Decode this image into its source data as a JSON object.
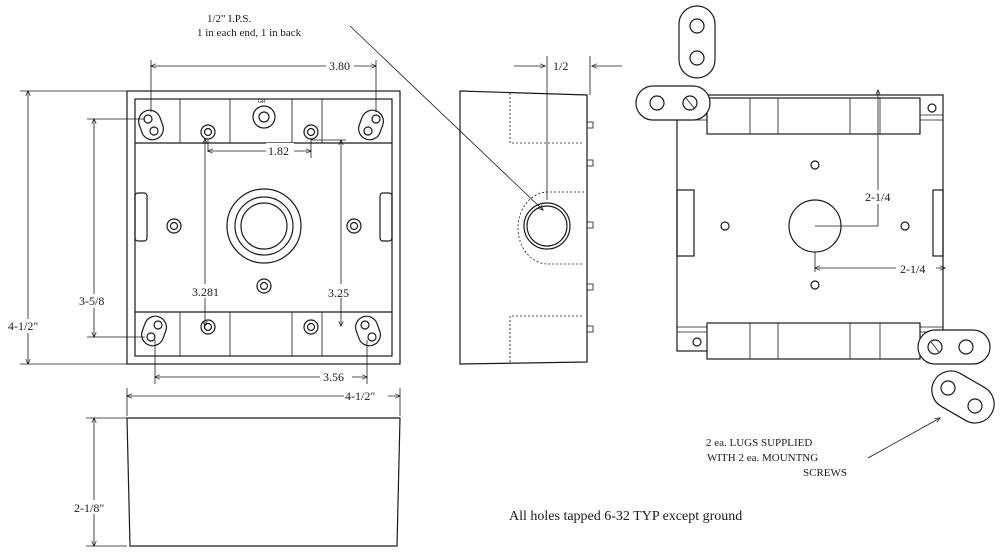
{
  "notes": {
    "ips_line1": "1/2\" I.P.S.",
    "ips_line2": "1 in each end, 1 in back",
    "lugs_line1": "2 ea. LUGS SUPPLIED",
    "lugs_line2": "WITH 2 ea. MOUNTNG",
    "lugs_line3": "SCREWS",
    "tapped": "All holes tapped 6-32 TYP except ground",
    "ground_mark": "GR"
  },
  "dimensions": {
    "top_hole_span": "3.80",
    "inner_hole_span": "1.82",
    "overall_height": "4-1/2\"",
    "vertical_hole_span": "3-5/8",
    "center_hole_depth": "3.281",
    "inner_vertical_span": "3.25",
    "bottom_hole_span": "3.56",
    "overall_width": "4-1/2\"",
    "box_depth": "2-1/8\"",
    "hub_offset": "1/2",
    "back_hub_vertical": "2-1/4",
    "back_hub_horizontal": "2-1/4"
  }
}
